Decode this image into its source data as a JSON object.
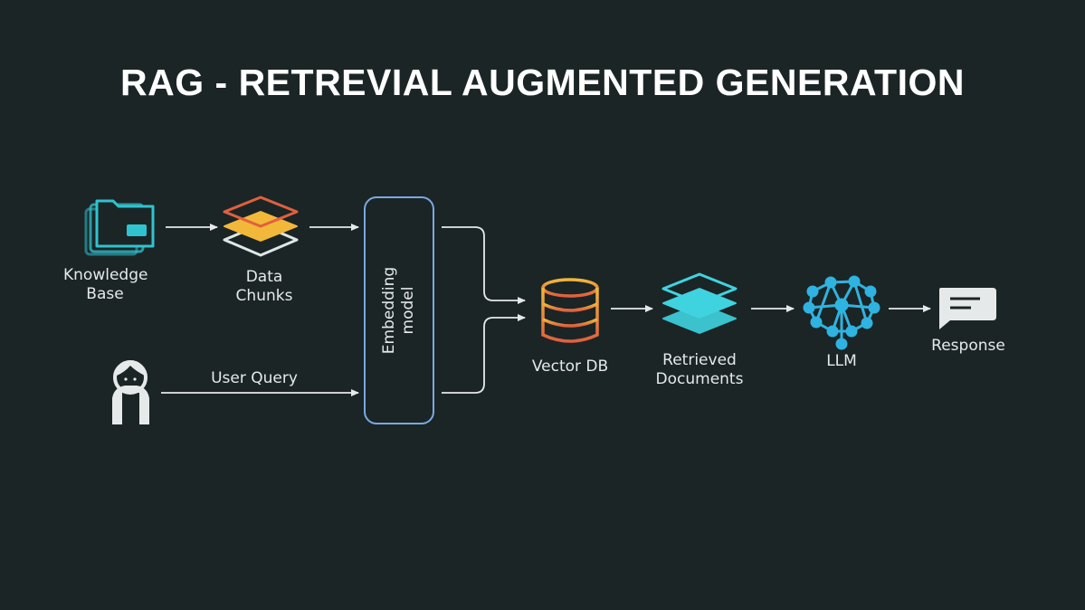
{
  "title": "RAG - RETREVIAL AUGMENTED GENERATION",
  "nodes": {
    "knowledge_base": {
      "line1": "Knowledge",
      "line2": "Base",
      "icon": "folder-icon"
    },
    "data_chunks": {
      "line1": "Data",
      "line2": "Chunks",
      "icon": "layers-icon"
    },
    "user": {
      "icon": "user-icon"
    },
    "user_query": {
      "label": "User Query"
    },
    "embedding_model": {
      "line1": "Embedding",
      "line2": "model"
    },
    "vector_db": {
      "label": "Vector DB",
      "icon": "database-icon"
    },
    "retrieved_documents": {
      "line1": "Retrieved",
      "line2": "Documents",
      "icon": "stack-icon"
    },
    "llm": {
      "label": "LLM",
      "icon": "neural-network-icon"
    },
    "response": {
      "label": "Response",
      "icon": "chat-bubble-icon"
    }
  },
  "colors": {
    "background": "#1b2526",
    "folder": "#2fc3cf",
    "chunks_top": "#e0603f",
    "chunks_mid": "#f2b83a",
    "chunks_bottom": "#dfe7e6",
    "embedding_border": "#7aa9de",
    "database": "#e3822a",
    "retrieved": "#3fd3df",
    "llm": "#2fb3e0"
  }
}
